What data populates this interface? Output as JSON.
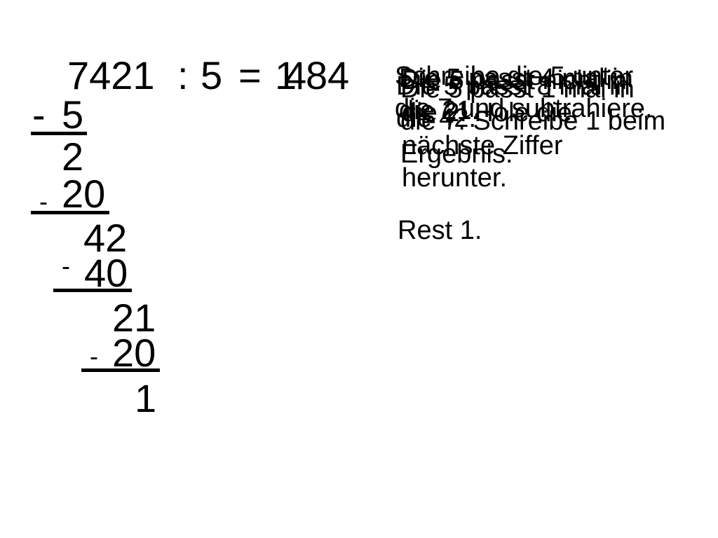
{
  "division": {
    "dividend": "7421",
    "operator": ":",
    "divisor": "5",
    "equals": "=",
    "result_overlap": [
      "1",
      "4",
      "8",
      "4"
    ]
  },
  "steps": [
    {
      "minus": "-",
      "subtrahend": "5",
      "remainder": "2"
    },
    {
      "minus": "-",
      "subtrahend": "20",
      "remainder": "42"
    },
    {
      "minus": "-",
      "subtrahend": "40",
      "remainder": "21"
    },
    {
      "minus": "-",
      "subtrahend": "20",
      "remainder": "1"
    }
  ],
  "notes": [
    "Die 5 passt 1 mal in die 7. Schreibe 1 beim Ergebnis.",
    "Schreibe die 5 unter die 7 und subtrahiere.",
    "Die 5 passt nicht in die 2. Hole die nächste Ziffer herunter.",
    "Die 5 passt 8 mal in die 42.",
    "Die 5 passt 4 mal in die 21.",
    "Rest 1."
  ]
}
